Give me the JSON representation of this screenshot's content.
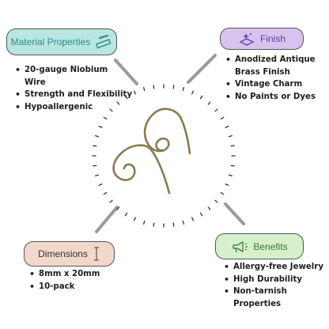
{
  "material": {
    "title": "Material Properties",
    "items": [
      "20-gauge Niobium",
      "Wire",
      "Strength and Flexibility",
      "Hypoallergenic"
    ]
  },
  "finish": {
    "title": "Finish",
    "items": [
      "Anodized Antique",
      "Brass Finish",
      "Vintage Charm",
      "No Paints or Dyes"
    ]
  },
  "dimensions": {
    "title": "Dimensions",
    "items": [
      "8mm x 20mm",
      "10-pack"
    ]
  },
  "benefits": {
    "title": "Benefits",
    "items": [
      "Allergy-free Jewelry",
      "High Durability",
      "Non-tarnish",
      "Properties"
    ]
  },
  "colors": {
    "material_bg": "#b8e6e1",
    "finish_bg": "#d7c4ee",
    "dimensions_bg": "#f2d8cb",
    "benefits_bg": "#d6f0cc",
    "wire": "#8a7a52"
  },
  "icons": {
    "material": "ruler-pencil-icon",
    "finish": "sparkle-surface-icon",
    "dimensions": "vertical-measure-icon",
    "benefits": "megaphone-icon"
  }
}
